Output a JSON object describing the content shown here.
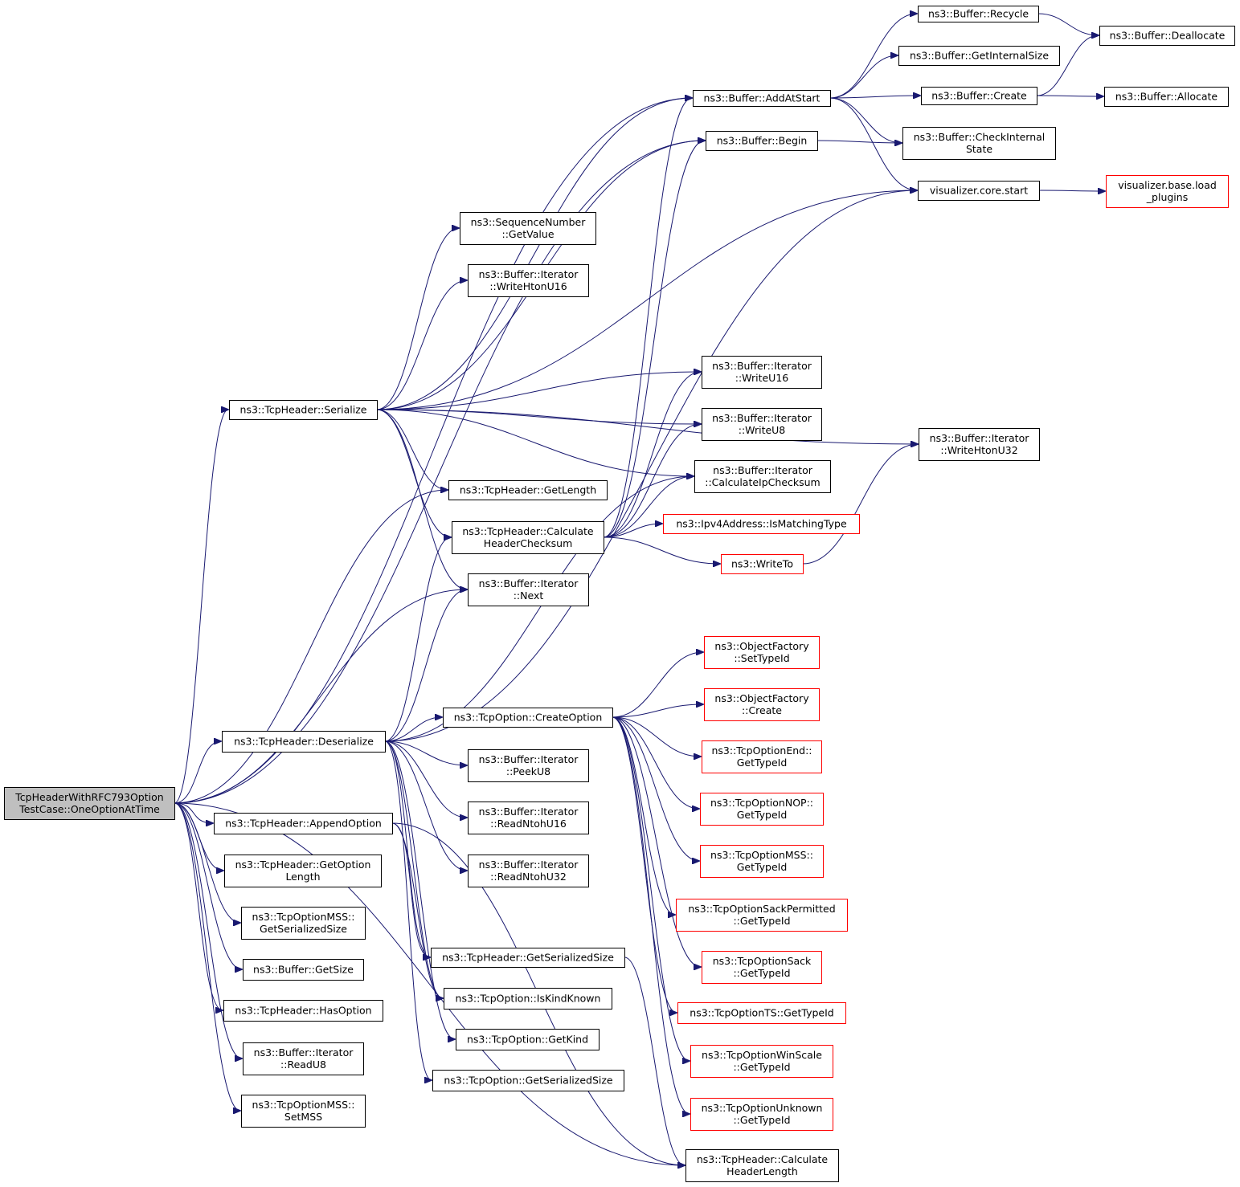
{
  "diagram": {
    "type": "call-graph",
    "colors": {
      "edge": "#191970",
      "root_fill": "#bfbfbf",
      "external_border": "#ff0000",
      "normal_border": "#000000"
    },
    "nodes": [
      {
        "id": "root",
        "lines": [
          "TcpHeaderWithRFC793Option",
          "TestCase::OneOptionAtTime"
        ],
        "style": "root"
      },
      {
        "id": "addAtStart",
        "lines": [
          "ns3::Buffer::AddAtStart"
        ]
      },
      {
        "id": "recycle",
        "lines": [
          "ns3::Buffer::Recycle"
        ]
      },
      {
        "id": "dealloc",
        "lines": [
          "ns3::Buffer::Deallocate"
        ]
      },
      {
        "id": "getInternalSize",
        "lines": [
          "ns3::Buffer::GetInternalSize"
        ]
      },
      {
        "id": "create",
        "lines": [
          "ns3::Buffer::Create"
        ]
      },
      {
        "id": "allocate",
        "lines": [
          "ns3::Buffer::Allocate"
        ]
      },
      {
        "id": "begin",
        "lines": [
          "ns3::Buffer::Begin"
        ]
      },
      {
        "id": "checkInternal",
        "lines": [
          "ns3::Buffer::CheckInternal",
          "State"
        ]
      },
      {
        "id": "vizStart",
        "lines": [
          "visualizer.core.start"
        ]
      },
      {
        "id": "vizLoad",
        "lines": [
          "visualizer.base.load",
          "_plugins"
        ],
        "style": "red"
      },
      {
        "id": "seqGetValue",
        "lines": [
          "ns3::SequenceNumber",
          "::GetValue"
        ]
      },
      {
        "id": "writeHtonU16",
        "lines": [
          "ns3::Buffer::Iterator",
          "::WriteHtonU16"
        ]
      },
      {
        "id": "serialize",
        "lines": [
          "ns3::TcpHeader::Serialize"
        ]
      },
      {
        "id": "writeU16",
        "lines": [
          "ns3::Buffer::Iterator",
          "::WriteU16"
        ]
      },
      {
        "id": "writeU8",
        "lines": [
          "ns3::Buffer::Iterator",
          "::WriteU8"
        ]
      },
      {
        "id": "writeHtonU32",
        "lines": [
          "ns3::Buffer::Iterator",
          "::WriteHtonU32"
        ]
      },
      {
        "id": "getLength",
        "lines": [
          "ns3::TcpHeader::GetLength"
        ]
      },
      {
        "id": "calcIpChecksum",
        "lines": [
          "ns3::Buffer::Iterator",
          "::CalculateIpChecksum"
        ]
      },
      {
        "id": "isMatchingType",
        "lines": [
          "ns3::Ipv4Address::IsMatchingType"
        ],
        "style": "red"
      },
      {
        "id": "calcHeaderChecksum",
        "lines": [
          "ns3::TcpHeader::Calculate",
          "HeaderChecksum"
        ]
      },
      {
        "id": "writeTo",
        "lines": [
          "ns3::WriteTo"
        ],
        "style": "red"
      },
      {
        "id": "next",
        "lines": [
          "ns3::Buffer::Iterator",
          "::Next"
        ]
      },
      {
        "id": "ofSetTypeId",
        "lines": [
          "ns3::ObjectFactory",
          "::SetTypeId"
        ],
        "style": "red"
      },
      {
        "id": "ofCreate",
        "lines": [
          "ns3::ObjectFactory",
          "::Create"
        ],
        "style": "red"
      },
      {
        "id": "createOption",
        "lines": [
          "ns3::TcpOption::CreateOption"
        ]
      },
      {
        "id": "deserialize",
        "lines": [
          "ns3::TcpHeader::Deserialize"
        ]
      },
      {
        "id": "optEnd",
        "lines": [
          "ns3::TcpOptionEnd::",
          "GetTypeId"
        ],
        "style": "red"
      },
      {
        "id": "peekU8",
        "lines": [
          "ns3::Buffer::Iterator",
          "::PeekU8"
        ]
      },
      {
        "id": "optNop",
        "lines": [
          "ns3::TcpOptionNOP::",
          "GetTypeId"
        ],
        "style": "red"
      },
      {
        "id": "readNtohU16",
        "lines": [
          "ns3::Buffer::Iterator",
          "::ReadNtohU16"
        ]
      },
      {
        "id": "appendOption",
        "lines": [
          "ns3::TcpHeader::AppendOption"
        ]
      },
      {
        "id": "getOptionLength",
        "lines": [
          "ns3::TcpHeader::GetOption",
          "Length"
        ]
      },
      {
        "id": "optMss",
        "lines": [
          "ns3::TcpOptionMSS::",
          "GetTypeId"
        ],
        "style": "red"
      },
      {
        "id": "readNtohU32",
        "lines": [
          "ns3::Buffer::Iterator",
          "::ReadNtohU32"
        ]
      },
      {
        "id": "mssGetSerSize",
        "lines": [
          "ns3::TcpOptionMSS::",
          "GetSerializedSize"
        ]
      },
      {
        "id": "optSackPerm",
        "lines": [
          "ns3::TcpOptionSackPermitted",
          "::GetTypeId"
        ],
        "style": "red"
      },
      {
        "id": "thGetSerSize",
        "lines": [
          "ns3::TcpHeader::GetSerializedSize"
        ]
      },
      {
        "id": "bufGetSize",
        "lines": [
          "ns3::Buffer::GetSize"
        ]
      },
      {
        "id": "optSack",
        "lines": [
          "ns3::TcpOptionSack",
          "::GetTypeId"
        ],
        "style": "red"
      },
      {
        "id": "isKindKnown",
        "lines": [
          "ns3::TcpOption::IsKindKnown"
        ]
      },
      {
        "id": "hasOption",
        "lines": [
          "ns3::TcpHeader::HasOption"
        ]
      },
      {
        "id": "optTs",
        "lines": [
          "ns3::TcpOptionTS::GetTypeId"
        ],
        "style": "red"
      },
      {
        "id": "getKind",
        "lines": [
          "ns3::TcpOption::GetKind"
        ]
      },
      {
        "id": "readU8",
        "lines": [
          "ns3::Buffer::Iterator",
          "::ReadU8"
        ]
      },
      {
        "id": "optWinScale",
        "lines": [
          "ns3::TcpOptionWinScale",
          "::GetTypeId"
        ],
        "style": "red"
      },
      {
        "id": "optGetSerSize",
        "lines": [
          "ns3::TcpOption::GetSerializedSize"
        ]
      },
      {
        "id": "setMss",
        "lines": [
          "ns3::TcpOptionMSS::",
          "SetMSS"
        ]
      },
      {
        "id": "optUnknown",
        "lines": [
          "ns3::TcpOptionUnknown",
          "::GetTypeId"
        ],
        "style": "red"
      },
      {
        "id": "calcHeaderLength",
        "lines": [
          "ns3::TcpHeader::Calculate",
          "HeaderLength"
        ]
      }
    ],
    "edges": [
      [
        "addAtStart",
        "recycle"
      ],
      [
        "addAtStart",
        "getInternalSize"
      ],
      [
        "addAtStart",
        "create"
      ],
      [
        "addAtStart",
        "checkInternal"
      ],
      [
        "addAtStart",
        "vizStart"
      ],
      [
        "recycle",
        "dealloc"
      ],
      [
        "create",
        "dealloc"
      ],
      [
        "create",
        "allocate"
      ],
      [
        "begin",
        "checkInternal"
      ],
      [
        "vizStart",
        "vizLoad"
      ],
      [
        "serialize",
        "addAtStart"
      ],
      [
        "serialize",
        "begin"
      ],
      [
        "serialize",
        "vizStart"
      ],
      [
        "serialize",
        "seqGetValue"
      ],
      [
        "serialize",
        "writeHtonU16"
      ],
      [
        "serialize",
        "writeHtonU32"
      ],
      [
        "serialize",
        "writeU16"
      ],
      [
        "serialize",
        "writeU8"
      ],
      [
        "serialize",
        "calcIpChecksum"
      ],
      [
        "serialize",
        "getLength"
      ],
      [
        "serialize",
        "calcHeaderChecksum"
      ],
      [
        "serialize",
        "next"
      ],
      [
        "calcHeaderChecksum",
        "addAtStart"
      ],
      [
        "calcHeaderChecksum",
        "begin"
      ],
      [
        "calcHeaderChecksum",
        "writeU16"
      ],
      [
        "calcHeaderChecksum",
        "writeU8"
      ],
      [
        "calcHeaderChecksum",
        "calcIpChecksum"
      ],
      [
        "calcHeaderChecksum",
        "isMatchingType"
      ],
      [
        "calcHeaderChecksum",
        "writeTo"
      ],
      [
        "writeTo",
        "writeHtonU32"
      ],
      [
        "deserialize",
        "calcHeaderChecksum"
      ],
      [
        "deserialize",
        "next"
      ],
      [
        "deserialize",
        "calcIpChecksum"
      ],
      [
        "deserialize",
        "vizStart"
      ],
      [
        "deserialize",
        "createOption"
      ],
      [
        "deserialize",
        "peekU8"
      ],
      [
        "deserialize",
        "readNtohU16"
      ],
      [
        "deserialize",
        "readNtohU32"
      ],
      [
        "deserialize",
        "thGetSerSize"
      ],
      [
        "deserialize",
        "isKindKnown"
      ],
      [
        "deserialize",
        "getKind"
      ],
      [
        "deserialize",
        "optGetSerSize"
      ],
      [
        "createOption",
        "ofSetTypeId"
      ],
      [
        "createOption",
        "ofCreate"
      ],
      [
        "createOption",
        "optEnd"
      ],
      [
        "createOption",
        "optNop"
      ],
      [
        "createOption",
        "optMss"
      ],
      [
        "createOption",
        "optSackPerm"
      ],
      [
        "createOption",
        "optSack"
      ],
      [
        "createOption",
        "optTs"
      ],
      [
        "createOption",
        "optWinScale"
      ],
      [
        "createOption",
        "optUnknown"
      ],
      [
        "appendOption",
        "thGetSerSize"
      ],
      [
        "appendOption",
        "isKindKnown"
      ],
      [
        "appendOption",
        "calcHeaderLength"
      ],
      [
        "thGetSerSize",
        "calcHeaderLength"
      ],
      [
        "root",
        "addAtStart"
      ],
      [
        "root",
        "begin"
      ],
      [
        "root",
        "serialize"
      ],
      [
        "root",
        "getLength"
      ],
      [
        "root",
        "next"
      ],
      [
        "root",
        "deserialize"
      ],
      [
        "root",
        "appendOption"
      ],
      [
        "root",
        "getOptionLength"
      ],
      [
        "root",
        "mssGetSerSize"
      ],
      [
        "root",
        "bufGetSize"
      ],
      [
        "root",
        "hasOption"
      ],
      [
        "root",
        "readU8"
      ],
      [
        "root",
        "setMss"
      ],
      [
        "root",
        "calcHeaderLength"
      ]
    ]
  }
}
